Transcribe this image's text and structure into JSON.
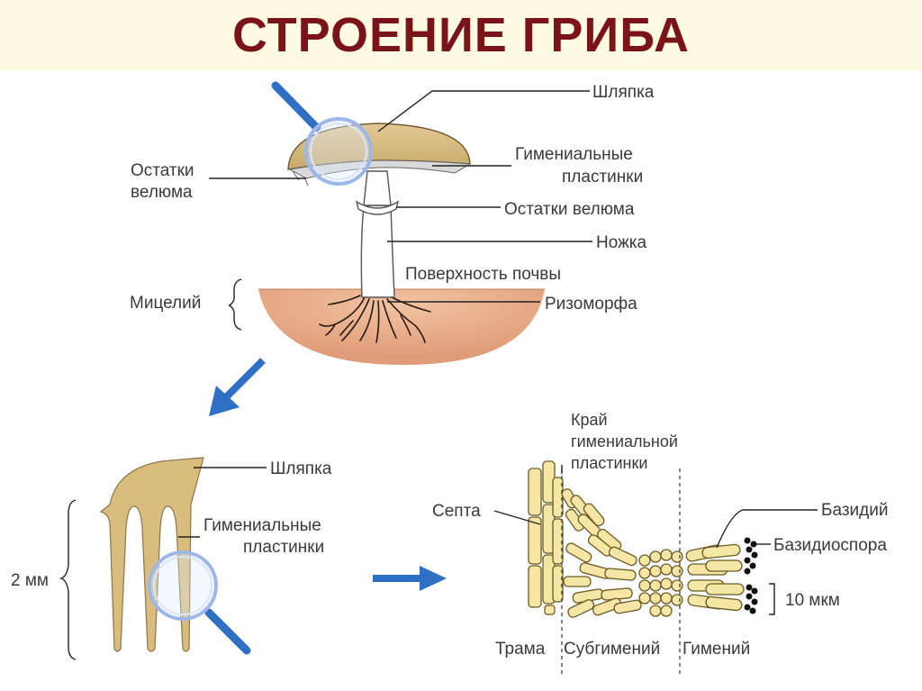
{
  "title": "СТРОЕНИЕ ГРИБА",
  "labels": {
    "cap_top": "Шляпка",
    "gills_top_line1": "Гимениальные",
    "gills_top_line2": "пластинки",
    "veil_left_line1": "Остатки",
    "veil_left_line2": "велюма",
    "veil_right": "Остатки велюма",
    "stem": "Ножка",
    "soil_surface": "Поверхность почвы",
    "mycelium": "Мицелий",
    "rhizomorph": "Ризоморфа",
    "cap_mid": "Шляпка",
    "gills_mid_line1": "Гимениальные",
    "gills_mid_line2": "пластинки",
    "scale_2mm": "2 мм",
    "edge_line1": "Край",
    "edge_line2": "гимениальной",
    "edge_line3": "пластинки",
    "septum": "Септа",
    "basidium": "Базидий",
    "basidiospore": "Базидиоспора",
    "scale_10um": "10 мкм",
    "trama": "Трама",
    "subhymenium": "Субгимений",
    "hymenium": "Гимений"
  },
  "colors": {
    "title": "#7a1418",
    "title_bg": "#fffbe3",
    "cap": "#d8bd7f",
    "soil": "#e4a783",
    "arrow": "#2f6fc4",
    "cells": "#f5e6a6"
  },
  "icons": [
    "magnifier-icon",
    "arrow-icon"
  ]
}
